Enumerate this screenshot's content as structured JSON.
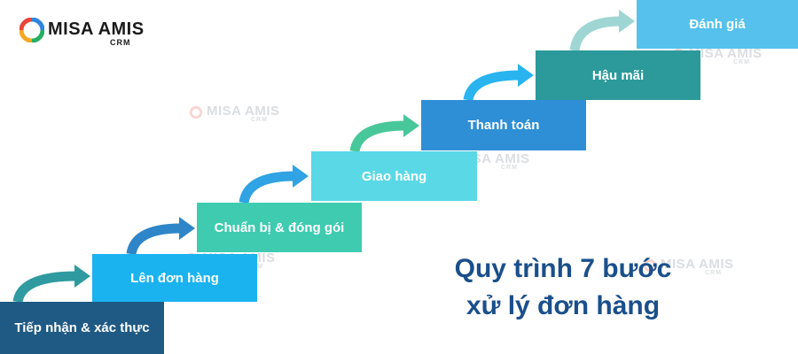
{
  "brand": {
    "name": "MISA AMIS",
    "sub": "CRM",
    "icon": "misa-ring-logo-icon",
    "colors": [
      "#e8463a",
      "#f5a623",
      "#27ae60",
      "#2e86de"
    ]
  },
  "headline": {
    "line1": "Quy trình 7 bước",
    "line2": "xử lý đơn hàng",
    "color": "#1a4f8b"
  },
  "steps": [
    {
      "label": "Tiếp nhận & xác thực",
      "color": "#1f5a84",
      "arrow_color": "#2f9aa0"
    },
    {
      "label": "Lên đơn hàng",
      "color": "#1ab3ef",
      "arrow_color": "#2e86c8"
    },
    {
      "label": "Chuẩn bị & đóng gói",
      "color": "#3ecbb0",
      "arrow_color": "#2fa3e3"
    },
    {
      "label": "Giao hàng",
      "color": "#5ad8e6",
      "arrow_color": "#48c79a"
    },
    {
      "label": "Thanh toán",
      "color": "#2e8fd6",
      "arrow_color": "#29b4f0"
    },
    {
      "label": "Hậu mãi",
      "color": "#2c9a9b",
      "arrow_color": "#9fd6d4"
    },
    {
      "label": "Đánh giá",
      "color": "#55c1ec"
    }
  ]
}
